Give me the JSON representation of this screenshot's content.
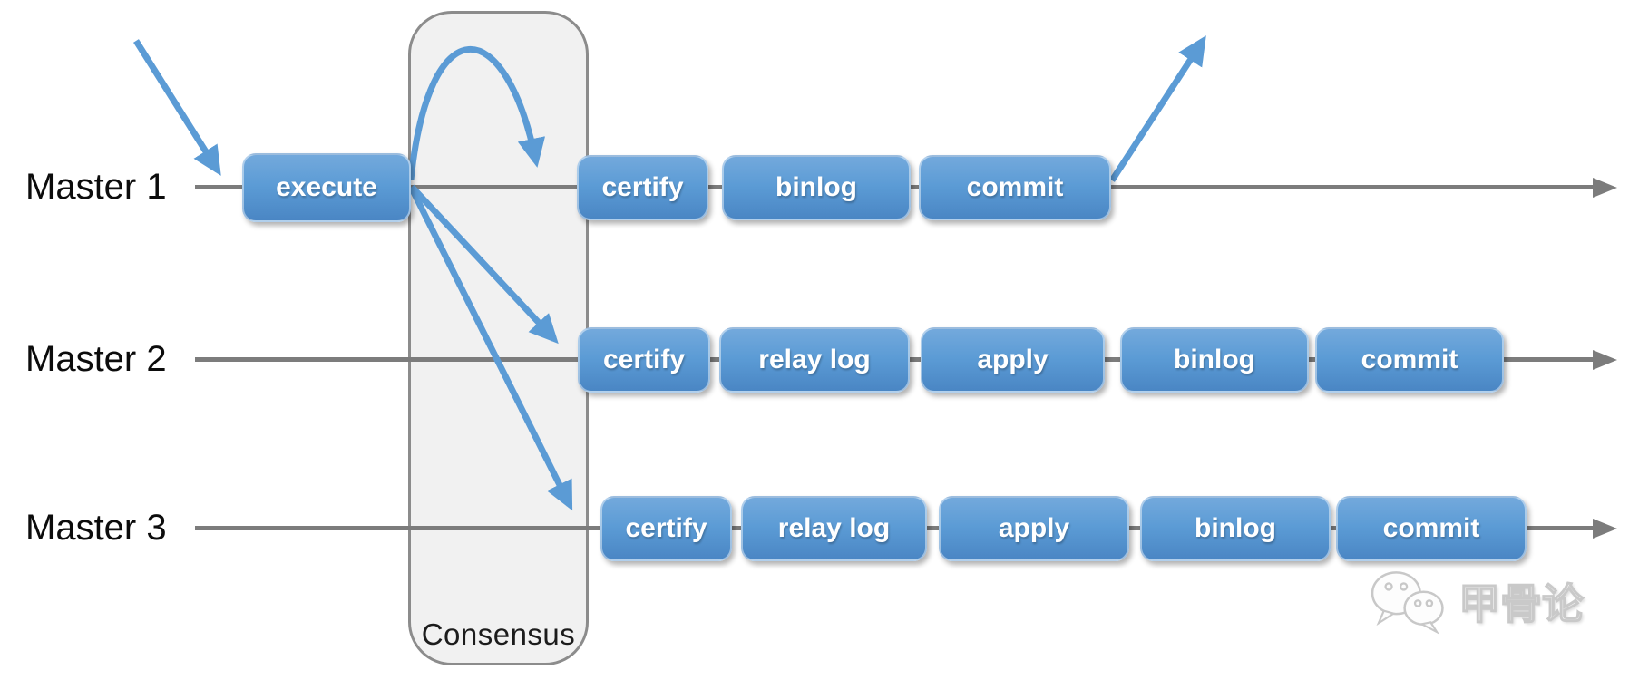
{
  "rows": [
    {
      "label": "Master 1",
      "boxes": [
        {
          "label": "execute"
        },
        {
          "label": "certify"
        },
        {
          "label": "binlog"
        },
        {
          "label": "commit"
        }
      ]
    },
    {
      "label": "Master 2",
      "boxes": [
        {
          "label": "certify"
        },
        {
          "label": "relay log"
        },
        {
          "label": "apply"
        },
        {
          "label": "binlog"
        },
        {
          "label": "commit"
        }
      ]
    },
    {
      "label": "Master 3",
      "boxes": [
        {
          "label": "certify"
        },
        {
          "label": "relay log"
        },
        {
          "label": "apply"
        },
        {
          "label": "binlog"
        },
        {
          "label": "commit"
        }
      ]
    }
  ],
  "consensus": {
    "label": "Consensus"
  },
  "watermark": {
    "text": "甲骨论",
    "icon": "wechat-icon"
  },
  "colors": {
    "box_fill": "#5B9BD5",
    "box_fill_light": "#73A9DC",
    "box_fill_dark": "#4A86C4",
    "arrow_blue": "#5B9BD5",
    "line_gray": "#7C7C7C",
    "consensus_fill": "#EDEDED",
    "consensus_border": "#8C8C8C",
    "box_text": "#FFFFFF",
    "label_text": "#0C0C0C"
  }
}
